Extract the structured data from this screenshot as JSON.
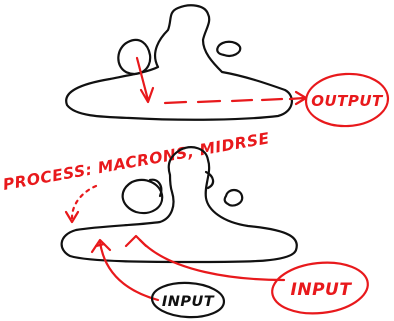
{
  "labels": {
    "output": "OUTPUT",
    "process": "PROCESS: MACRONS, MIDRSE",
    "input_red": "INPUT",
    "input_black": "INPUT"
  },
  "colors": {
    "ink": "#111111",
    "red_marker": "#e8191c",
    "background": "#ffffff"
  }
}
